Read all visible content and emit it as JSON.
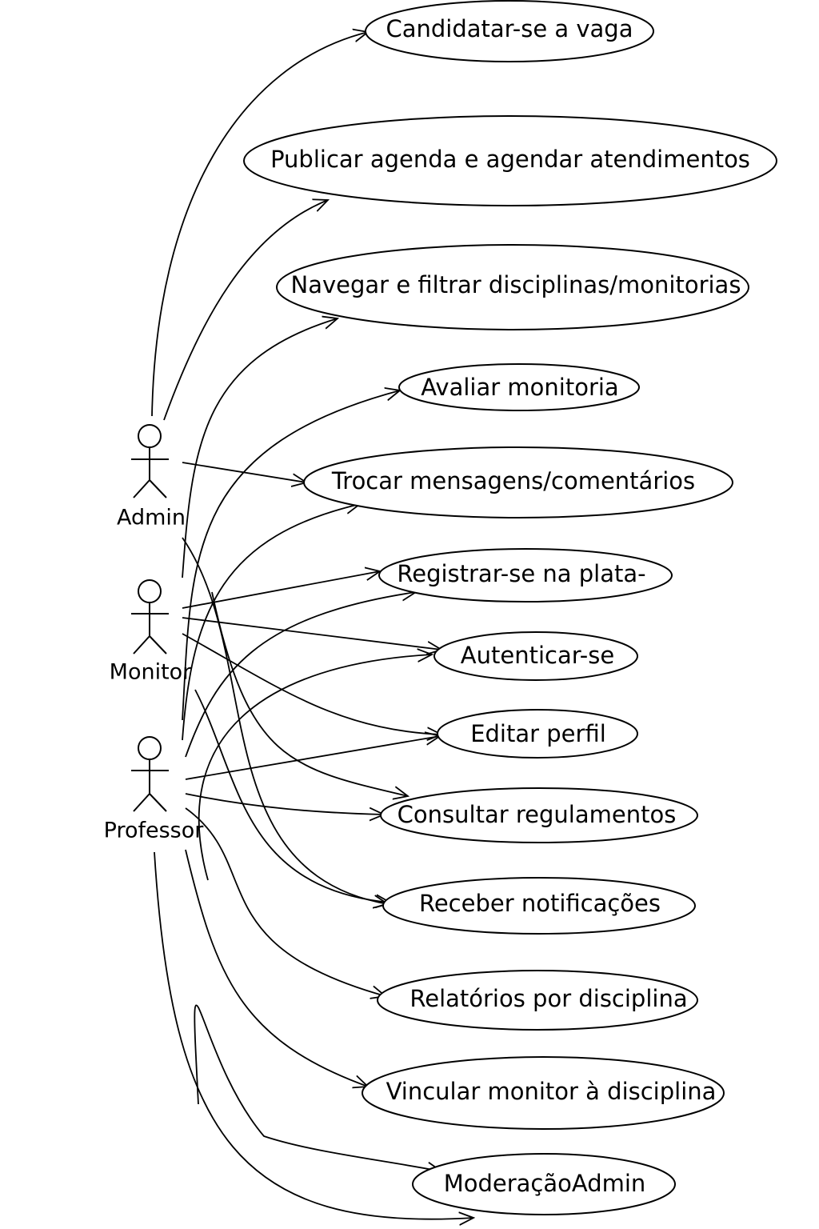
{
  "actors": [
    {
      "id": "admin",
      "label": "Admin"
    },
    {
      "id": "monitor",
      "label": "Monitor"
    },
    {
      "id": "professor",
      "label": "Professor"
    }
  ],
  "use_cases": [
    {
      "id": "uc1",
      "label": "Candidatar-se a vaga"
    },
    {
      "id": "uc2",
      "label": "Publicar agenda e agendar atendimentos"
    },
    {
      "id": "uc3",
      "label": "Navegar e filtrar disciplinas/monitorias"
    },
    {
      "id": "uc4",
      "label": "Avaliar monitoria"
    },
    {
      "id": "uc5",
      "label": "Trocar mensagens/comentários"
    },
    {
      "id": "uc6",
      "label": "Registrar-se na plata-"
    },
    {
      "id": "uc7",
      "label": "Autenticar-se"
    },
    {
      "id": "uc8",
      "label": "Editar perfil"
    },
    {
      "id": "uc9",
      "label": "Consultar regulamentos"
    },
    {
      "id": "uc10",
      "label": "Receber notificações"
    },
    {
      "id": "uc11",
      "label": "Relatórios por disciplina"
    },
    {
      "id": "uc12",
      "label": "Vincular monitor à disciplina"
    },
    {
      "id": "uc13",
      "label": "ModeraçãoAdmin"
    }
  ]
}
